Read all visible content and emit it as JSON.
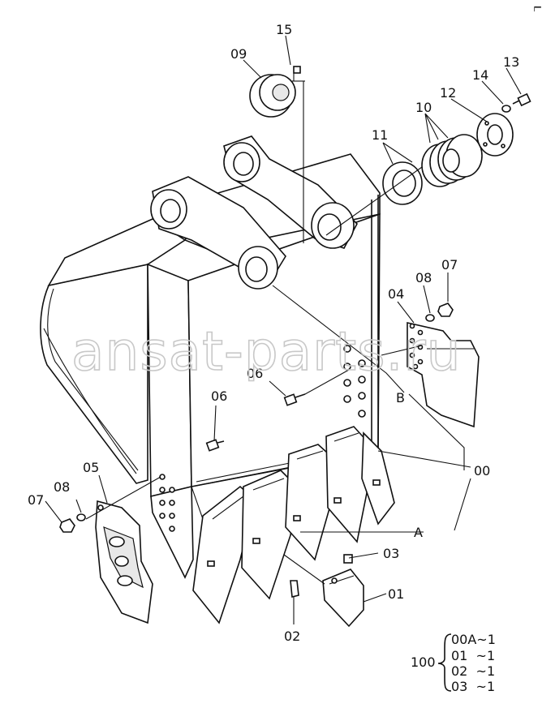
{
  "callouts": [
    "15",
    "09",
    "14",
    "13",
    "12",
    "10",
    "11",
    "08",
    "07",
    "04",
    "06",
    "06",
    "B",
    "00",
    "05",
    "08",
    "07",
    "A",
    "03",
    "01",
    "02"
  ],
  "legend": {
    "prefix": "100",
    "rows": [
      "00A~1",
      "01  ~1",
      "02  ~1",
      "03  ~1"
    ]
  },
  "watermark": "ansat-parts.ru",
  "corner_mark": "┍━"
}
